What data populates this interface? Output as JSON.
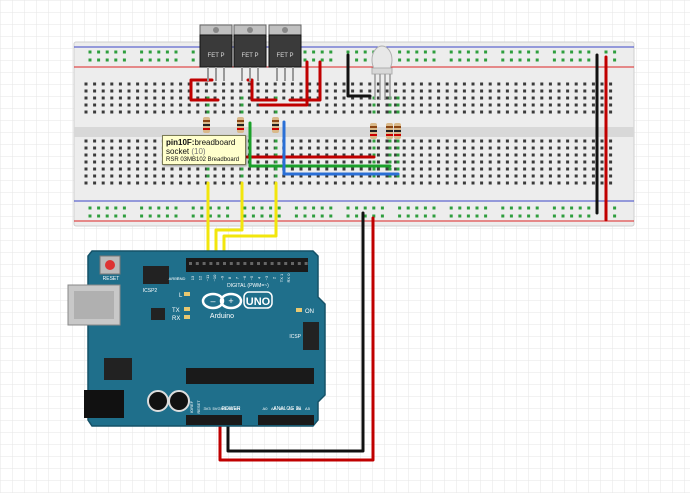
{
  "tooltip": {
    "part_id": "pin10F:",
    "part_name": "breadboard",
    "socket_label": "socket",
    "socket_num": "(10)",
    "part_desc": "RSR 03MB102 Breadboard"
  },
  "transistors": [
    {
      "label": "FET P"
    },
    {
      "label": "FET P"
    },
    {
      "label": "FET P"
    }
  ],
  "arduino": {
    "logo": "UNO",
    "brand": "Arduino",
    "reset_label": "RESET",
    "icsp_label": "ICSP2",
    "icsp2_label": "ICSP",
    "digital_label": "DIGITAL (PWM=~)",
    "power_label": "POWER",
    "analog_label": "ANALOG IN",
    "led_l": "L",
    "led_tx": "TX",
    "led_rx": "RX",
    "led_on": "ON",
    "aref": "AREF",
    "gnd": "GND",
    "ioref": "IOREF",
    "reset_pin": "RESET",
    "v33": "3V3",
    "v5": "5V",
    "gnd1": "GND",
    "gnd2": "GND",
    "vin": "VIN",
    "digital_pins": [
      "13",
      "12",
      "~11",
      "~10",
      "~9",
      "8",
      "7",
      "~6",
      "~5",
      "4",
      "~3",
      "2",
      "TX 1",
      "RX 0"
    ],
    "analog_pins": [
      "A0",
      "A1",
      "A2",
      "A3",
      "A4",
      "A5"
    ]
  },
  "colors": {
    "wire_red": "#c00000",
    "wire_black": "#111111",
    "wire_yellow": "#f2e60c",
    "wire_green": "#1aa02a",
    "wire_blue": "#2a6fd6",
    "board_teal": "#1f6f8b",
    "breadboard": "#ececec"
  }
}
